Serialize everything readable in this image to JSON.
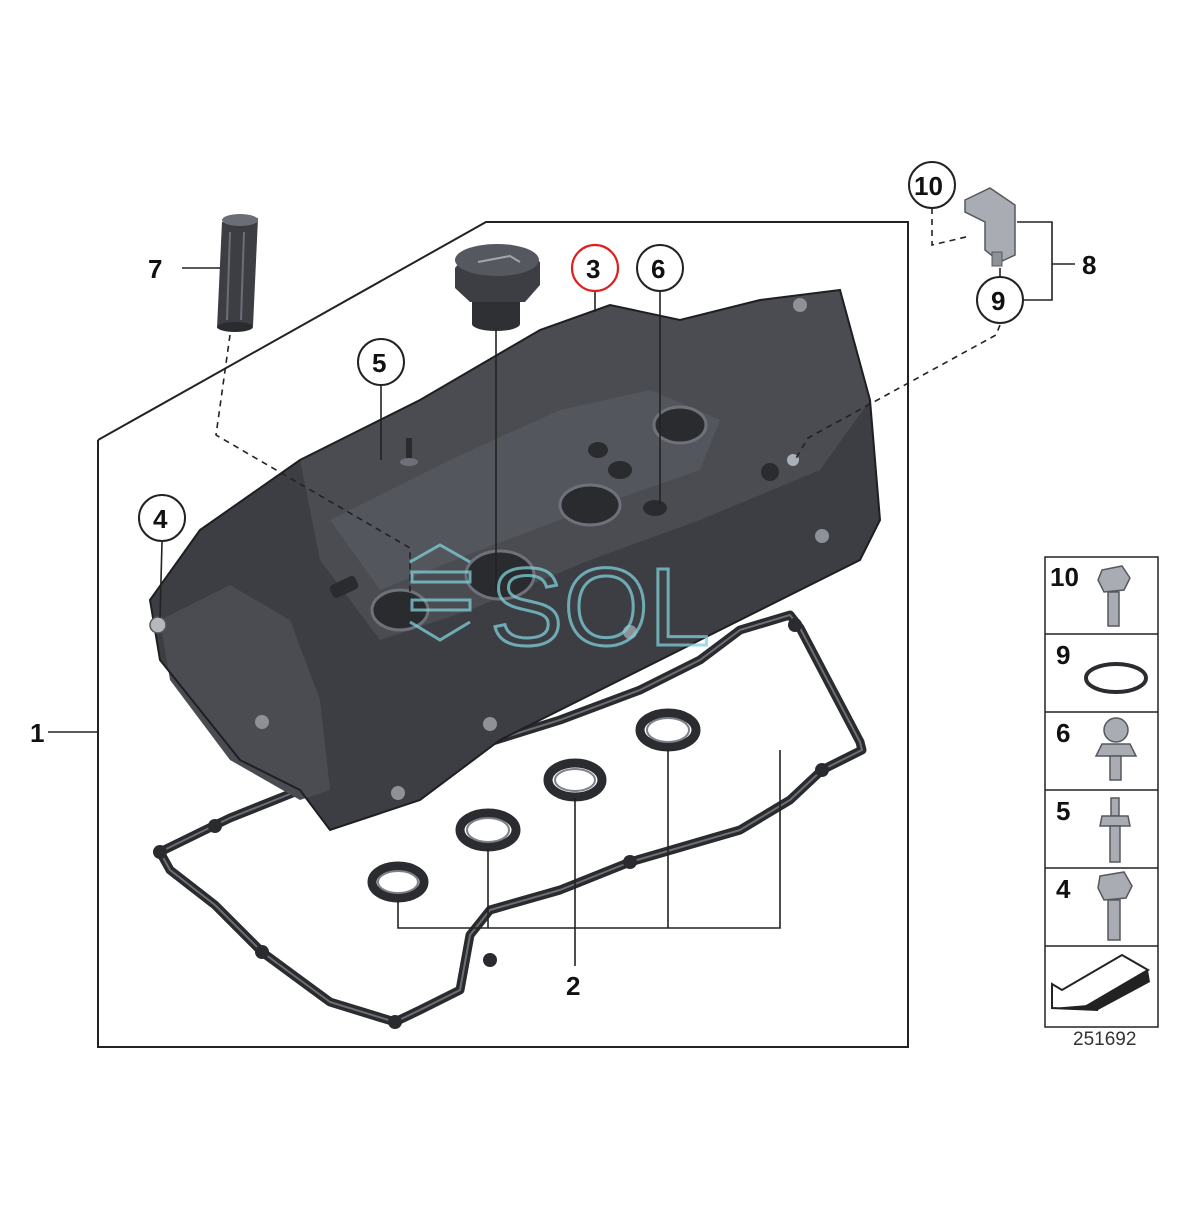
{
  "diagram": {
    "callouts": {
      "c1": "1",
      "c2": "2",
      "c3": "3",
      "c4": "4",
      "c5": "5",
      "c6": "6",
      "c7": "7",
      "c8": "8",
      "c9": "9",
      "c10": "10"
    },
    "highlight_color": "#e02020",
    "highlighted_callout": "3",
    "legend": {
      "rows": [
        {
          "num": "10",
          "icon": "flange-bolt-icon"
        },
        {
          "num": "9",
          "icon": "o-ring-icon"
        },
        {
          "num": "6",
          "icon": "ball-stud-icon"
        },
        {
          "num": "5",
          "icon": "stud-bolt-icon"
        },
        {
          "num": "4",
          "icon": "hex-bolt-icon"
        }
      ],
      "arrow_icon": "direction-arrow-icon"
    },
    "reference_number": "251692",
    "watermark": "SOL"
  }
}
